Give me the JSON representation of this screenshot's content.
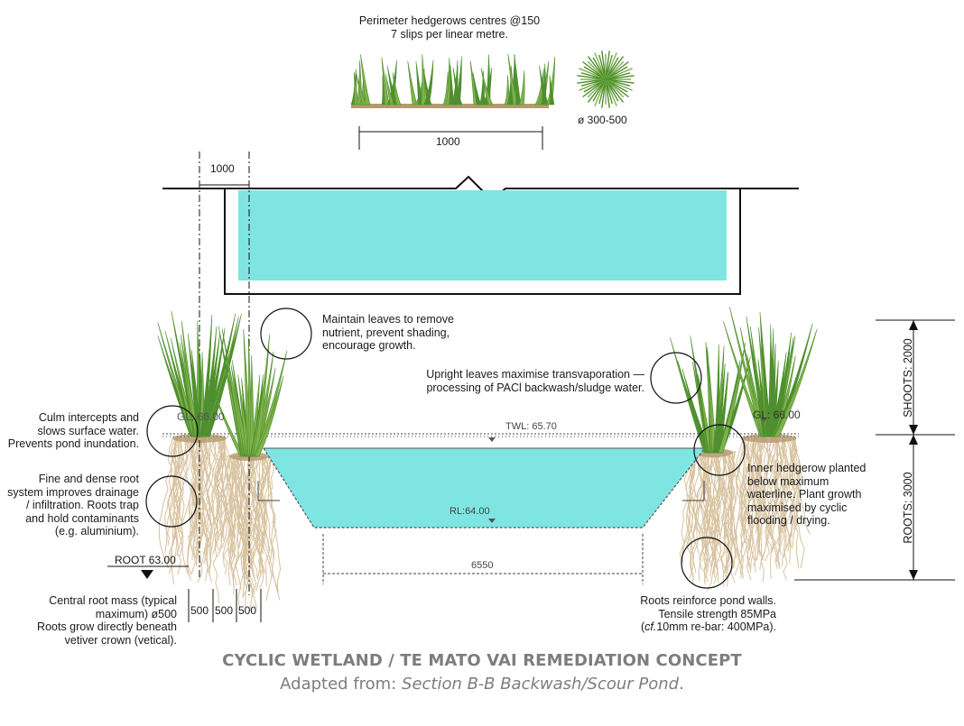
{
  "hedgerow_spec": {
    "line1": "Perimeter hedgerows centres @150",
    "line2": "7 slips per linear metre.",
    "spacing_dim": "1000",
    "crown_diameter": "ø 300-500"
  },
  "left_dim": "1000",
  "annotations": {
    "maintain": [
      "Maintain leaves to remove",
      "nutrient, prevent shading,",
      "encourage growth."
    ],
    "upright": [
      "Upright leaves maximise transvaporation —",
      "processing of PACl backwash/sludge water."
    ],
    "culm": [
      "Culm intercepts and",
      "slows surface water.",
      "Prevents pond inundation."
    ],
    "fine_root": [
      "Fine and dense root",
      "system improves drainage",
      "/ infiltration. Roots trap",
      "and hold contaminants",
      "(e.g. aluminium)."
    ],
    "inner": [
      "Inner hedgerow planted",
      "below maximum",
      "waterline. Plant growth",
      "maximised by cyclic",
      "flooding / drying."
    ],
    "central_root_lines": [
      "Central root mass (typical",
      "maximum) ø500",
      "Roots grow directly beneath"
    ],
    "central_root_last": "vetiver crown (vetical).",
    "roots_reinforce": [
      "Roots reinforce pond walls.",
      "Tensile strength 85MPa"
    ],
    "rebar_prefix": "(",
    "rebar_cf": "cf.",
    "rebar_rest": "10mm re-bar: 400MPa)."
  },
  "levels": {
    "twl": "TWL: 65.70",
    "gl_right": "GL: 66.00",
    "gl_left": "GL: 66.00",
    "rl": "RL:64.00",
    "root": "ROOT 63.00",
    "base_width": "6550"
  },
  "root_dims": [
    "500",
    "500",
    "500"
  ],
  "vertical_dims": {
    "shoots": "SHOOTS: 2000",
    "roots": "ROOTS: 3000"
  },
  "titles": {
    "main": "CYCLIC WETLAND / TE MATO VAI REMEDIATION CONCEPT",
    "sub_prefix": "Adapted from: ",
    "sub_italic": "Section B-B Backwash/Scour Pond",
    "sub_suffix": "."
  },
  "colors": {
    "water": "#7fe5e3",
    "grass_dark": "#4f8f2f",
    "grass_light": "#7fb24a",
    "root": "#d8c3a0",
    "soil": "#b49a6e",
    "line": "#111111"
  }
}
